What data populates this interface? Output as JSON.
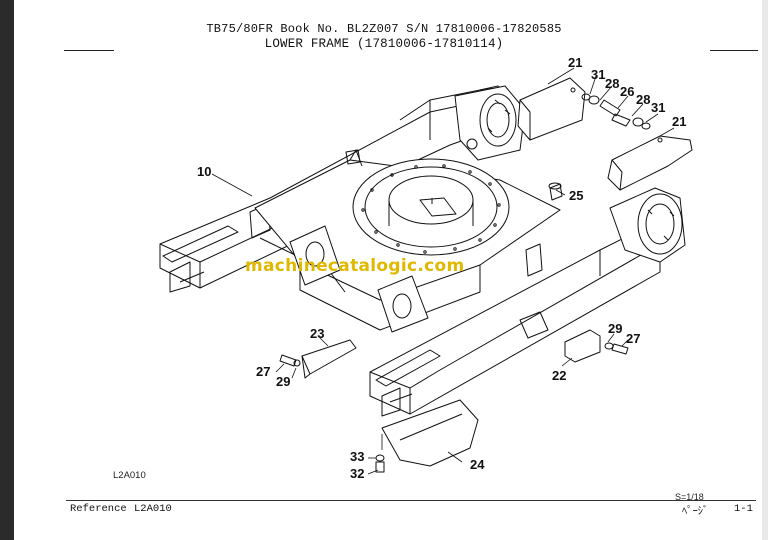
{
  "header": {
    "book_line": "TB75/80FR  Book No. BL2Z007  S/N 17810006-17820585",
    "title_line": "LOWER FRAME (17810006-17810114)"
  },
  "callouts": {
    "c21a": "21",
    "c31a": "31",
    "c28a": "28",
    "c26": "26",
    "c28b": "28",
    "c31b": "31",
    "c21b": "21",
    "c10": "10",
    "c25": "25",
    "c23": "23",
    "c27a": "27",
    "c29a": "29",
    "c29b": "29",
    "c27b": "27",
    "c22": "22",
    "c33": "33",
    "c32": "32",
    "c24": "24"
  },
  "watermark": "machinecatalogic.com",
  "figure_code": "L2A010",
  "scale": "S=1/18",
  "footer": {
    "reference_label": "Reference",
    "reference_code": "L2A010",
    "page_label": "ﾍﾟｰｼﾞ",
    "page_number": "1-1"
  }
}
